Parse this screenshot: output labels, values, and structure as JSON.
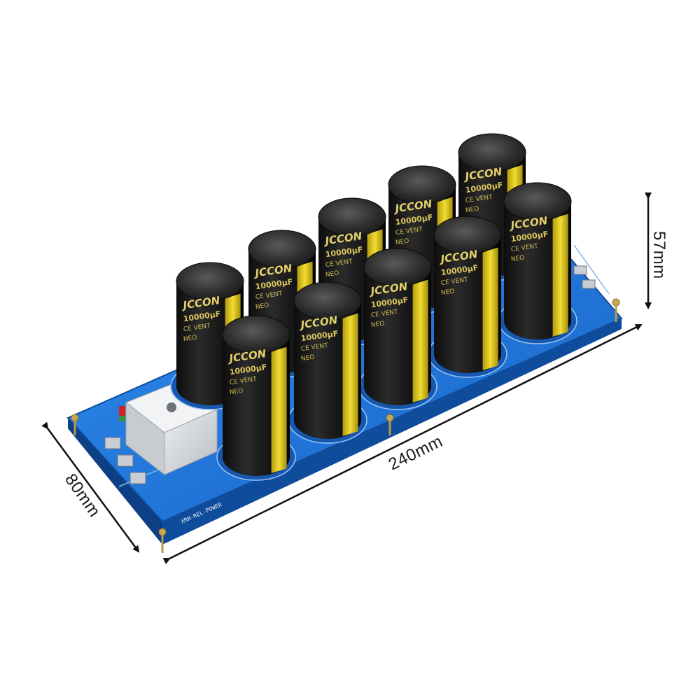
{
  "dimensions": {
    "length": "240mm",
    "width": "80mm",
    "height": "57mm"
  },
  "capacitor": {
    "brand": "JCCON",
    "capacitance": "10000",
    "unit": "µF",
    "series": "CE VENT",
    "line": "NEO"
  },
  "colors": {
    "pcb": "#1f74d6",
    "pcb_edge": "#0f4c9b",
    "capacitor_body": "#1b1b1b",
    "capacitor_stripe": "#e7cf1d",
    "rectifier": "#d7dadd",
    "led": "#d6201a",
    "arrow": "#111111"
  }
}
